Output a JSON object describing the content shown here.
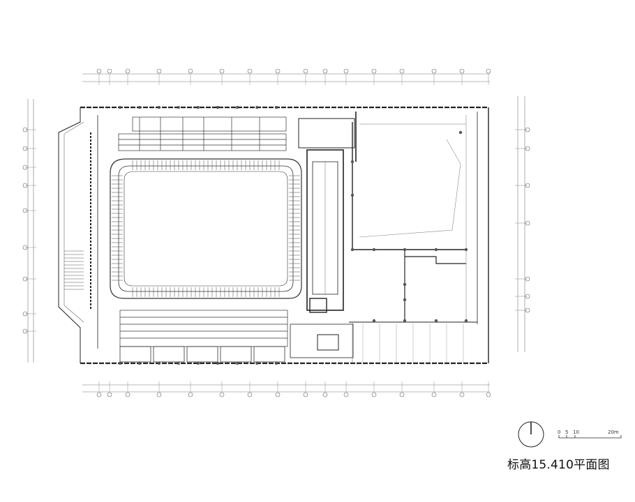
{
  "title": "标高15.410平面图",
  "scale_bar": {
    "labels": [
      "0",
      "5",
      "10",
      "20m"
    ]
  },
  "icons": {
    "north_arrow": "north-arrow-icon",
    "scale_bar": "scale-bar-icon"
  },
  "colors": {
    "line": "#222222",
    "light_line": "#8a8a8a",
    "background": "#ffffff"
  }
}
